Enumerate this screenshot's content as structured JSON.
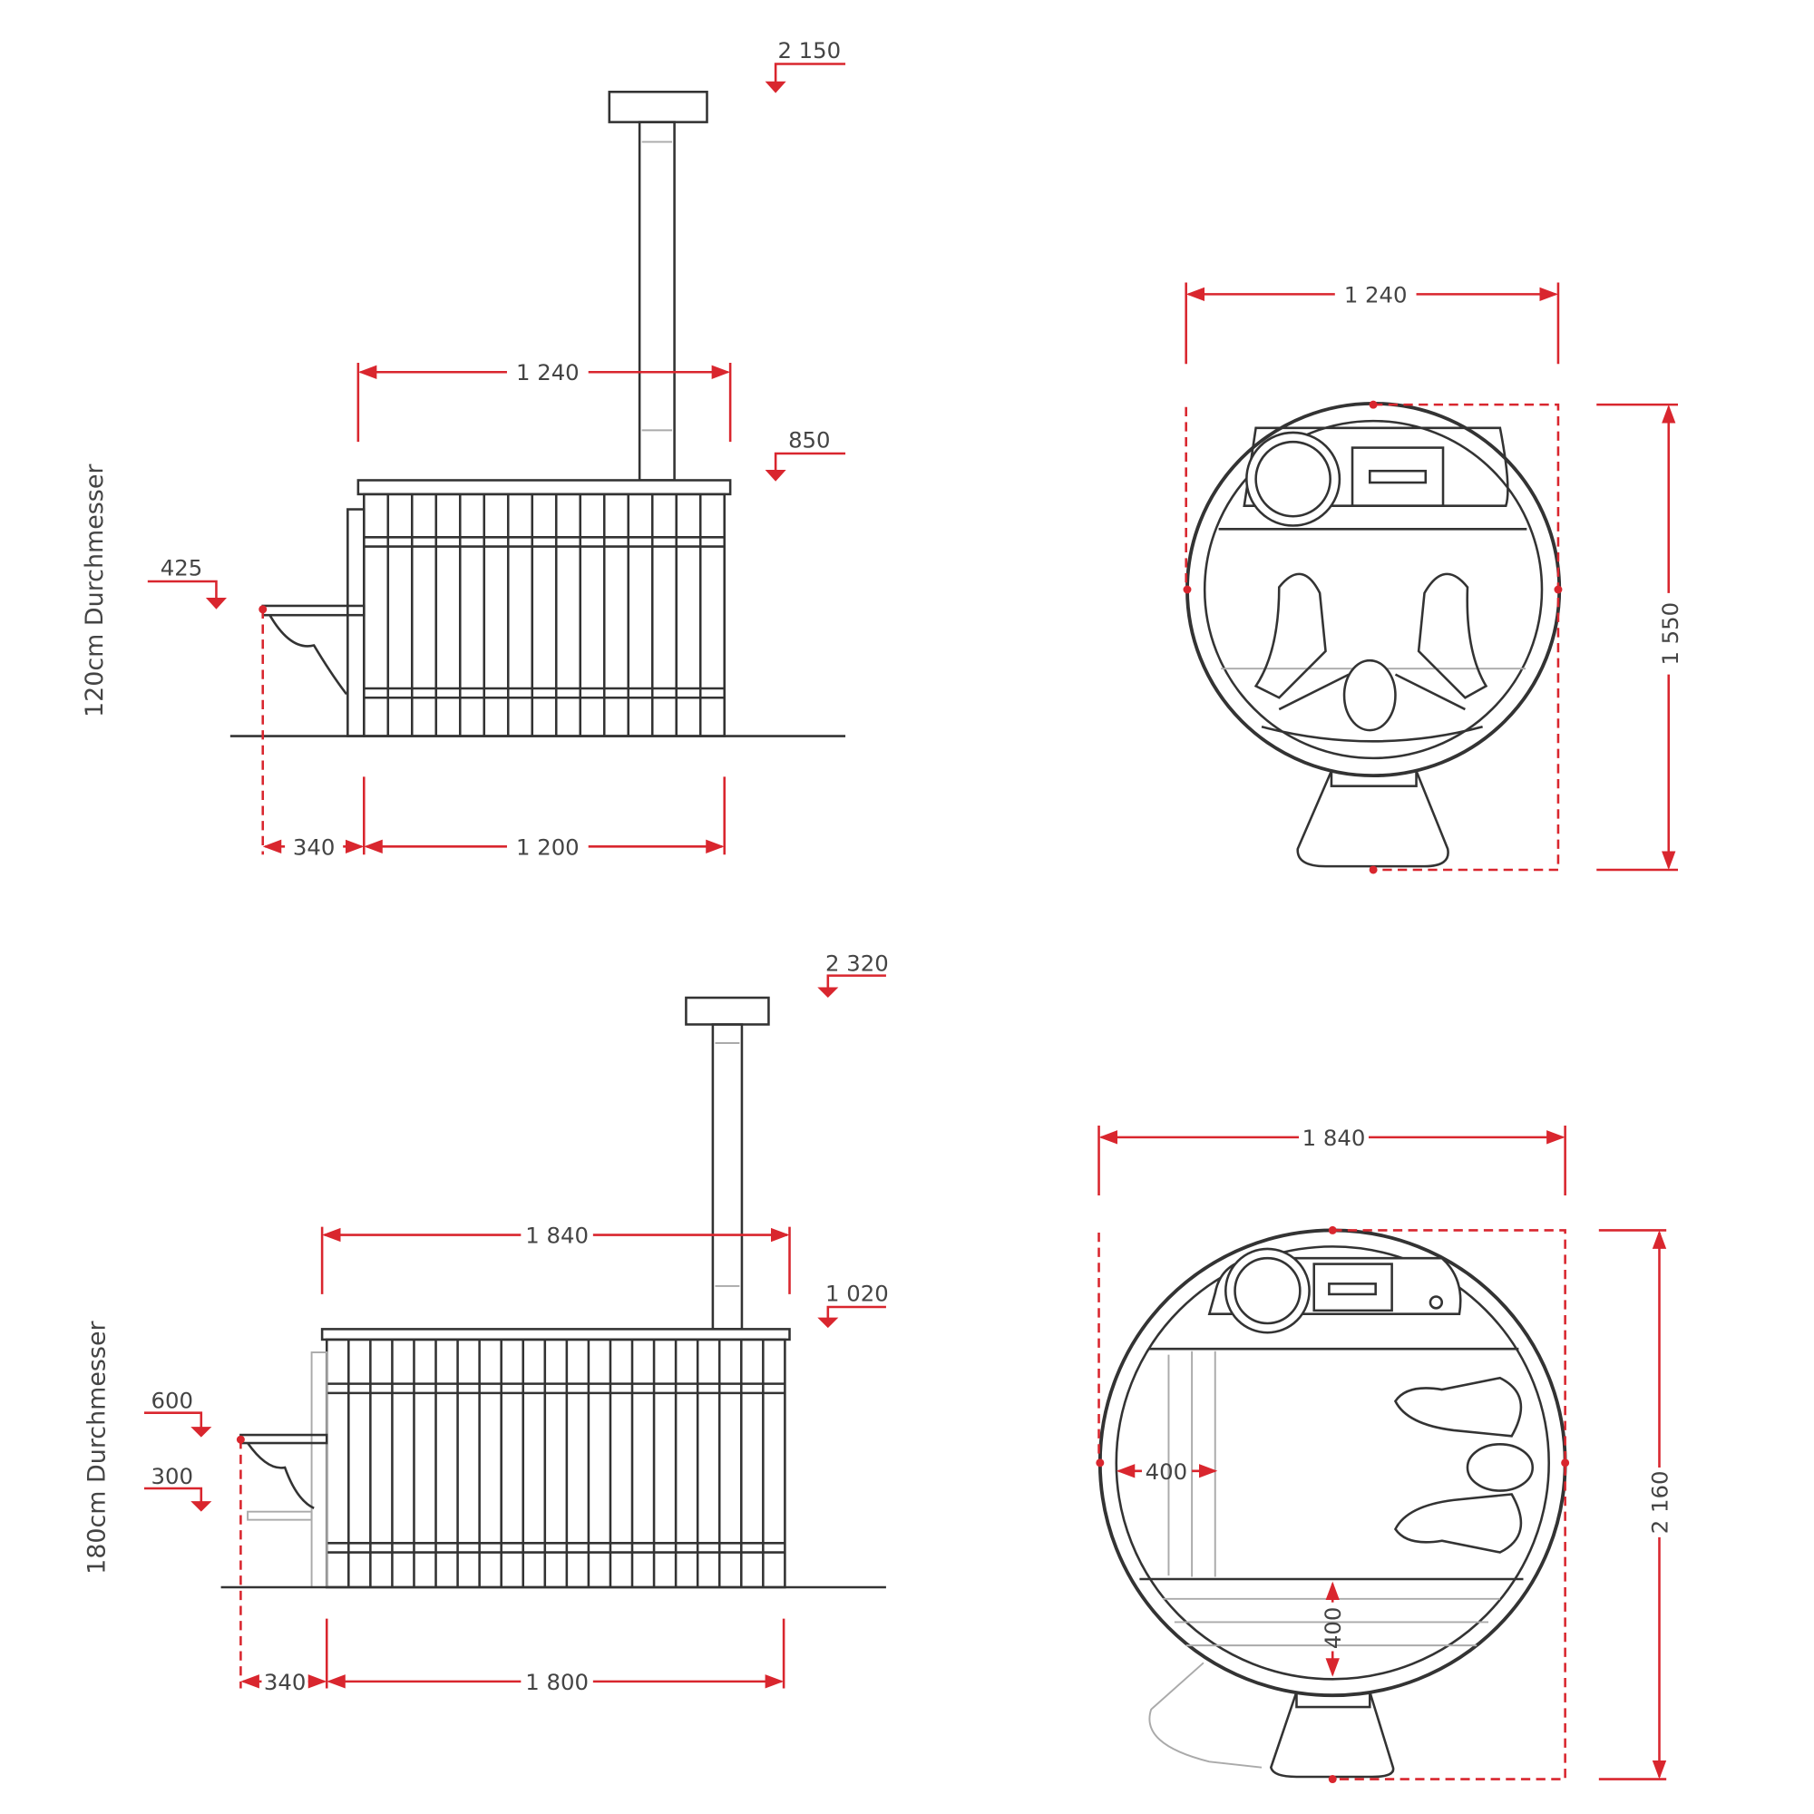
{
  "colors": {
    "dimension": "#d9262e",
    "line": "#333333"
  },
  "small_tub": {
    "label": "120cm Durchmesser",
    "side_view": {
      "height_chimney": "2 150",
      "height_rim": "850",
      "height_step": "425",
      "width_top": "1 240",
      "width_step": "340",
      "width_base": "1 200"
    },
    "top_view": {
      "width": "1 240",
      "depth": "1 550"
    }
  },
  "large_tub": {
    "label": "180cm Durchmesser",
    "side_view": {
      "height_chimney": "2 320",
      "height_rim": "1 020",
      "height_step_upper": "600",
      "height_step_lower": "300",
      "width_top": "1 840",
      "width_step": "340",
      "width_base": "1 800"
    },
    "top_view": {
      "width": "1 840",
      "depth": "2 160",
      "bench_width": "400",
      "bench_depth": "400"
    }
  }
}
